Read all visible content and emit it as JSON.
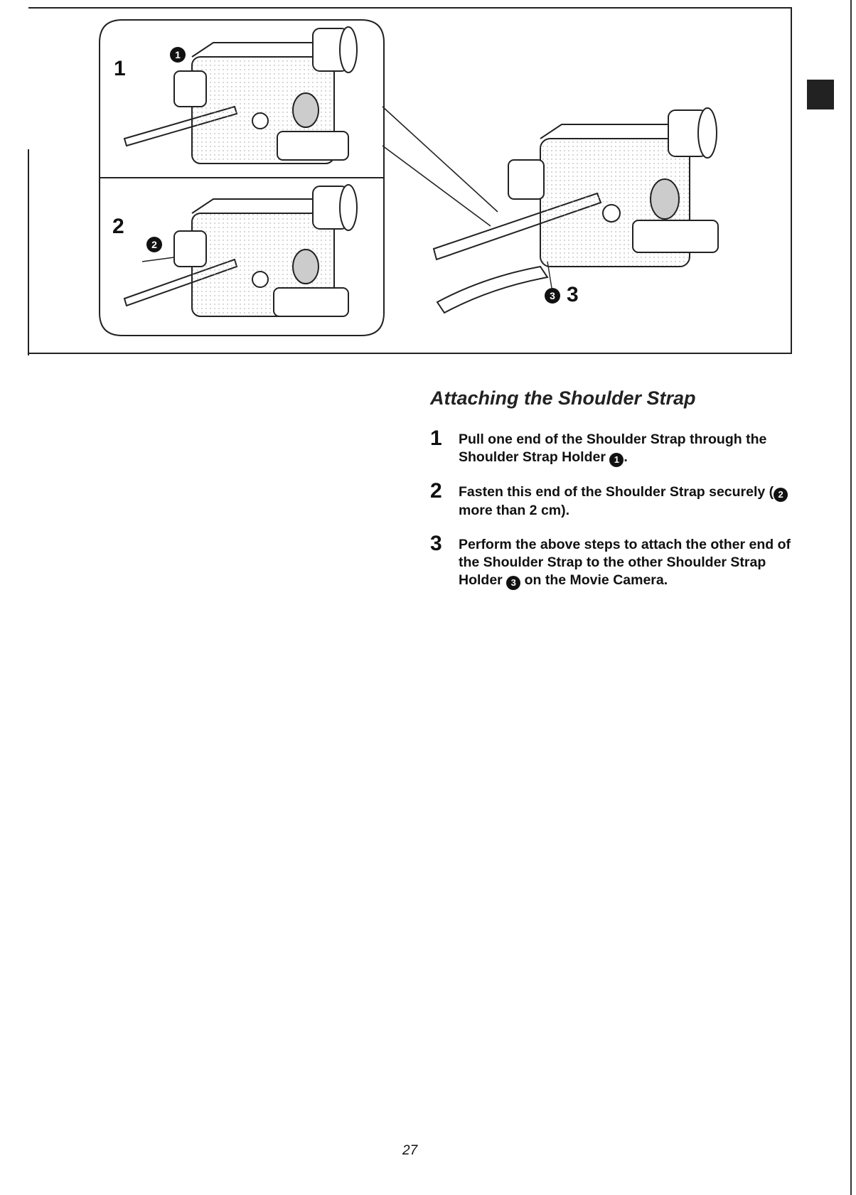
{
  "figure": {
    "panel_1_label": "1",
    "panel_2_label": "2",
    "callout_1": "1",
    "callout_2": "2",
    "callout_3": "3",
    "step_3_label": "3"
  },
  "section": {
    "title": "Attaching the Shoulder Strap",
    "steps": [
      {
        "num": "1",
        "text_before": "Pull one end of the Shoulder Strap through the Shoulder Strap Holder ",
        "callout": "1",
        "text_after": "."
      },
      {
        "num": "2",
        "text_before": "Fasten this end of the Shoulder Strap securely (",
        "callout": "2",
        "text_after": " more than 2 cm)."
      },
      {
        "num": "3",
        "text_before": "Perform the above steps to attach the other end of the Shoulder Strap to the other Shoulder Strap Holder ",
        "callout": "3",
        "text_after": " on the Movie Camera."
      }
    ]
  },
  "page_number": "27"
}
